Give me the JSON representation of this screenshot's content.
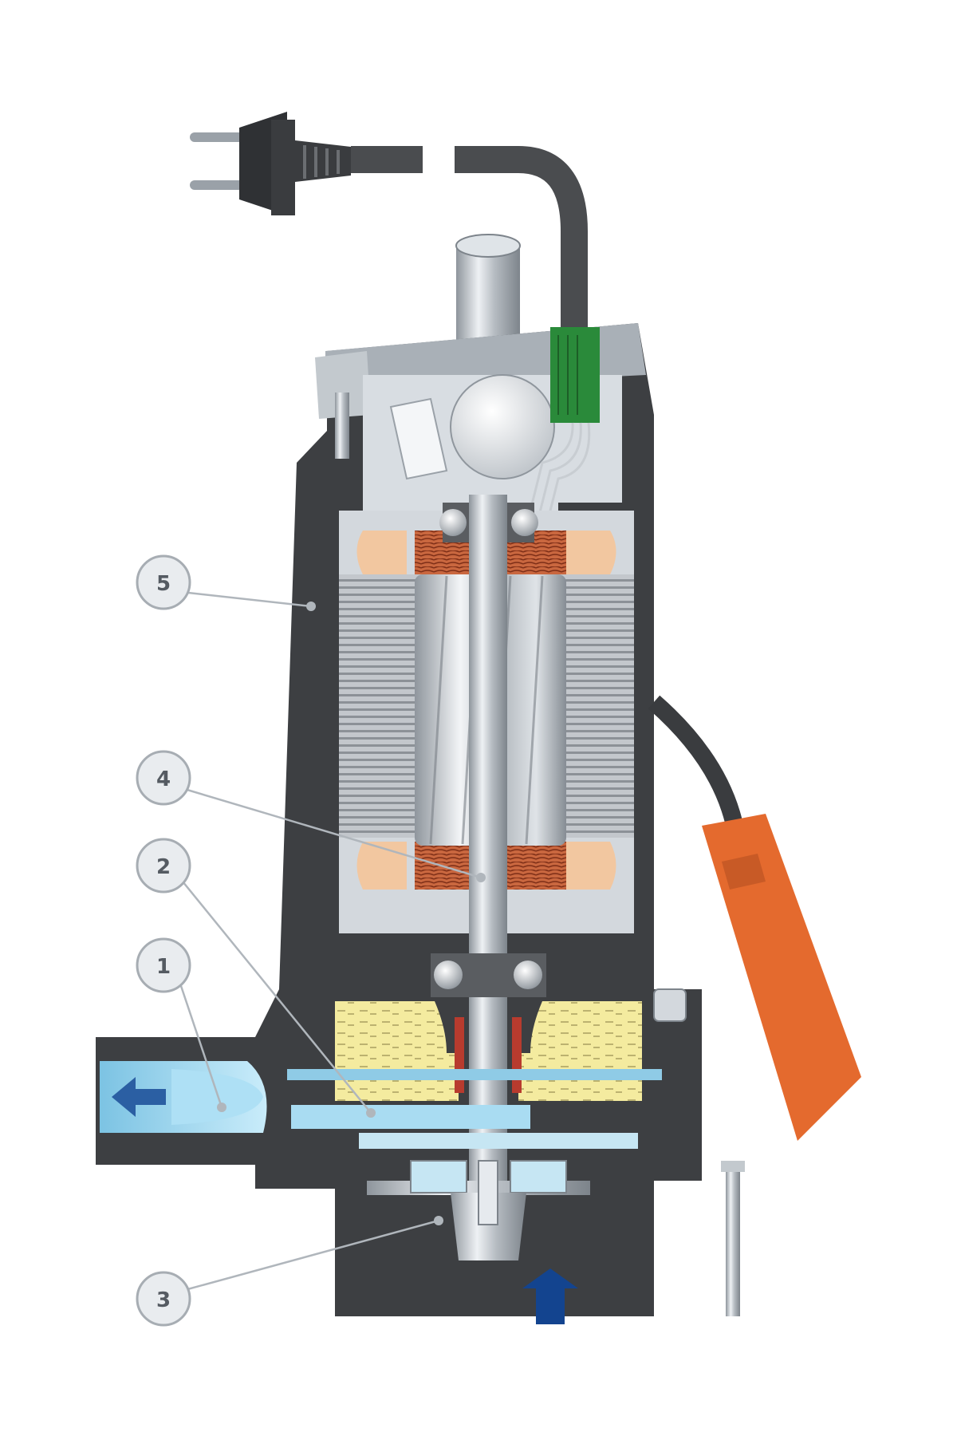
{
  "diagram": {
    "callouts": [
      {
        "id": "1",
        "label": "1"
      },
      {
        "id": "2",
        "label": "2"
      },
      {
        "id": "3",
        "label": "3"
      },
      {
        "id": "4",
        "label": "4"
      },
      {
        "id": "5",
        "label": "5"
      }
    ]
  },
  "colors": {
    "casing": "#3d3f42",
    "cable": "#4a4c4f",
    "cavity": "#d8dde2",
    "stator": "#a9adb2",
    "rotor": "#c7ccd2",
    "winding": "#b8553a",
    "winding_end": "#f2c7a0",
    "oil": "#f2e89a",
    "water": "#9fd6ee",
    "flow_arrow_out": "#2b5fa3",
    "flow_arrow_in": "#13448f",
    "float_switch": "#e46a2e",
    "terminal_block": "#2a8a3a",
    "callout_fill": "#e9ecef",
    "callout_stroke": "#a7adb3"
  },
  "icons": {
    "plug": "power-plug-icon",
    "outflow": "arrow-left-icon",
    "inflow": "arrow-up-icon"
  }
}
